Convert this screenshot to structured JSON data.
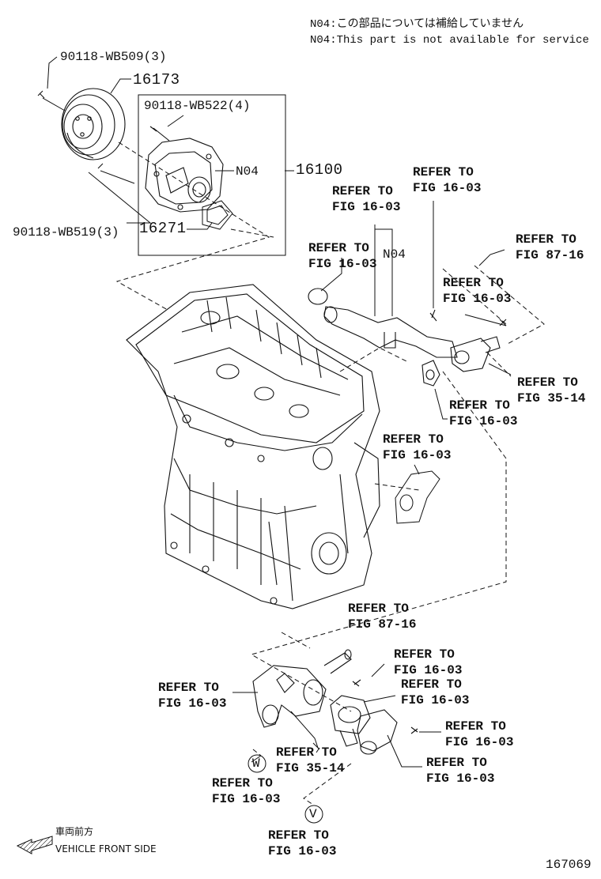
{
  "notes": {
    "jp": "N04:この部品については補給していません",
    "en": "N04:This part is not available for service"
  },
  "parts": {
    "p16173": "16173",
    "p16100": "16100",
    "p16271": "16271",
    "bolt_509": "90118-WB509(3)",
    "bolt_522": "90118-WB522(4)",
    "bolt_519": "90118-WB519(3)",
    "n04_pump": "N04",
    "n04_pipe": "N04"
  },
  "refers": {
    "r1": [
      "REFER TO",
      "FIG 16-03"
    ],
    "r2": [
      "REFER TO",
      "FIG 16-03"
    ],
    "r3": [
      "REFER TO",
      "FIG 16-03"
    ],
    "r4": [
      "REFER TO",
      "FIG 87-16"
    ],
    "r5": [
      "REFER TO",
      "FIG 16-03"
    ],
    "r6": [
      "REFER TO",
      "FIG 35-14"
    ],
    "r7": [
      "REFER TO",
      "FIG 16-03"
    ],
    "r8": [
      "REFER TO",
      "FIG 16-03"
    ],
    "r9": [
      "REFER TO",
      "FIG 87-16"
    ],
    "r10": [
      "REFER TO",
      "FIG 16-03"
    ],
    "r11": [
      "REFER TO",
      "FIG 16-03"
    ],
    "r12": [
      "REFER TO",
      "FIG 16-03"
    ],
    "r13": [
      "REFER TO",
      "FIG 16-03"
    ],
    "r14": [
      "REFER TO",
      "FIG 16-03"
    ],
    "r15": [
      "REFER TO",
      "FIG 35-14"
    ],
    "r16": [
      "REFER TO",
      "FIG 16-03"
    ],
    "r17": [
      "REFER TO",
      "FIG 16-03"
    ]
  },
  "circles": {
    "w": "W",
    "v": "V"
  },
  "front": {
    "jp": "車両前方",
    "en": "VEHICLE FRONT SIDE"
  },
  "figure_number": "167069"
}
